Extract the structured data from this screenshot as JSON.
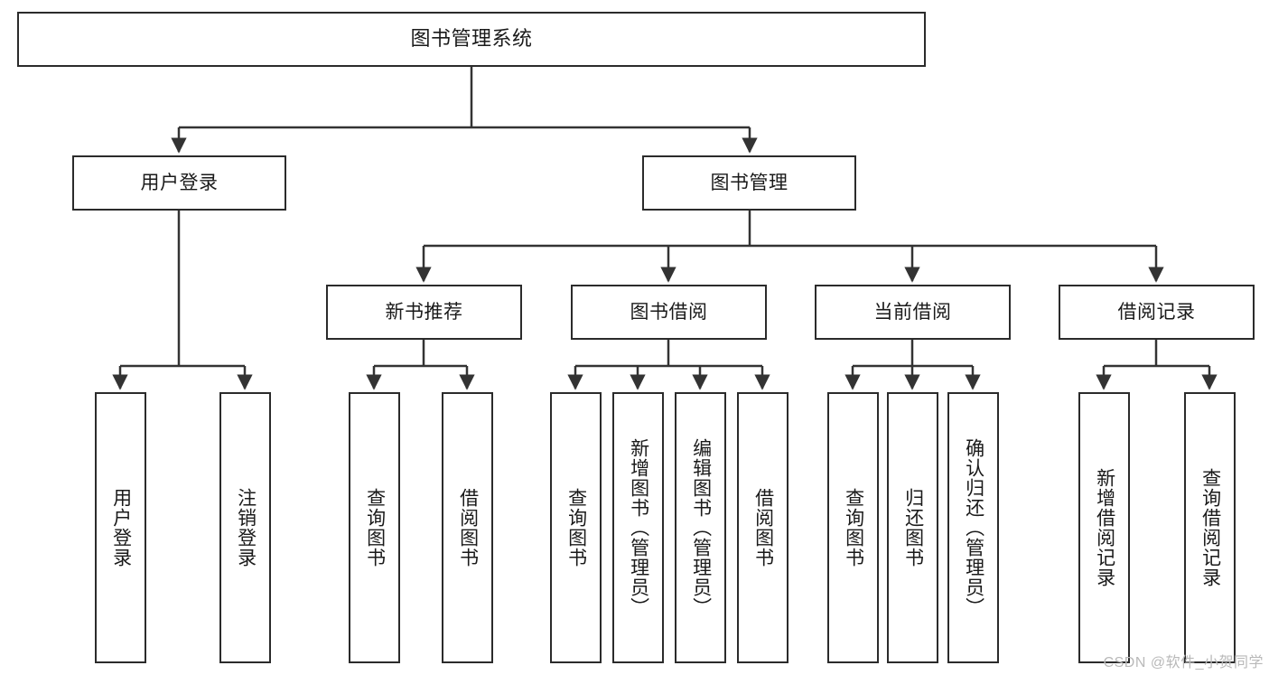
{
  "diagram": {
    "title": "图书管理系统",
    "type": "tree-hierarchy",
    "watermark": "CSDN @软件_小贺同学",
    "colors": {
      "box_border": "#2b2b2b",
      "box_fill": "#ffffff",
      "connector": "#333333",
      "text": "#1a1a1a",
      "watermark": "#b9b9b9"
    }
  },
  "nodes": {
    "root": {
      "label": "图书管理系统"
    },
    "level2": [
      {
        "id": "user-login",
        "label": "用户登录"
      },
      {
        "id": "book-manage",
        "label": "图书管理"
      }
    ],
    "level3": [
      {
        "id": "new-book-recommend",
        "label": "新书推荐"
      },
      {
        "id": "book-borrow",
        "label": "图书借阅"
      },
      {
        "id": "current-borrow",
        "label": "当前借阅"
      },
      {
        "id": "borrow-record",
        "label": "借阅记录"
      }
    ],
    "leaves": {
      "user-login": [
        {
          "id": "leaf-user-login",
          "label": "用户登录"
        },
        {
          "id": "leaf-logout-login",
          "label": "注销登录"
        }
      ],
      "new-book-recommend": [
        {
          "id": "leaf-query-book-1",
          "label": "查询图书"
        },
        {
          "id": "leaf-borrow-book-1",
          "label": "借阅图书"
        }
      ],
      "book-borrow": [
        {
          "id": "leaf-query-book-2",
          "label": "查询图书"
        },
        {
          "id": "leaf-add-book",
          "label": "新增图书（管理员）"
        },
        {
          "id": "leaf-edit-book",
          "label": "编辑图书（管理员）"
        },
        {
          "id": "leaf-borrow-book-2",
          "label": "借阅图书"
        }
      ],
      "current-borrow": [
        {
          "id": "leaf-query-book-3",
          "label": "查询图书"
        },
        {
          "id": "leaf-return-book",
          "label": "归还图书"
        },
        {
          "id": "leaf-confirm-return",
          "label": "确认归还（管理员）"
        }
      ],
      "borrow-record": [
        {
          "id": "leaf-add-record",
          "label": "新增借阅记录"
        },
        {
          "id": "leaf-query-record",
          "label": "查询借阅记录"
        }
      ]
    }
  }
}
